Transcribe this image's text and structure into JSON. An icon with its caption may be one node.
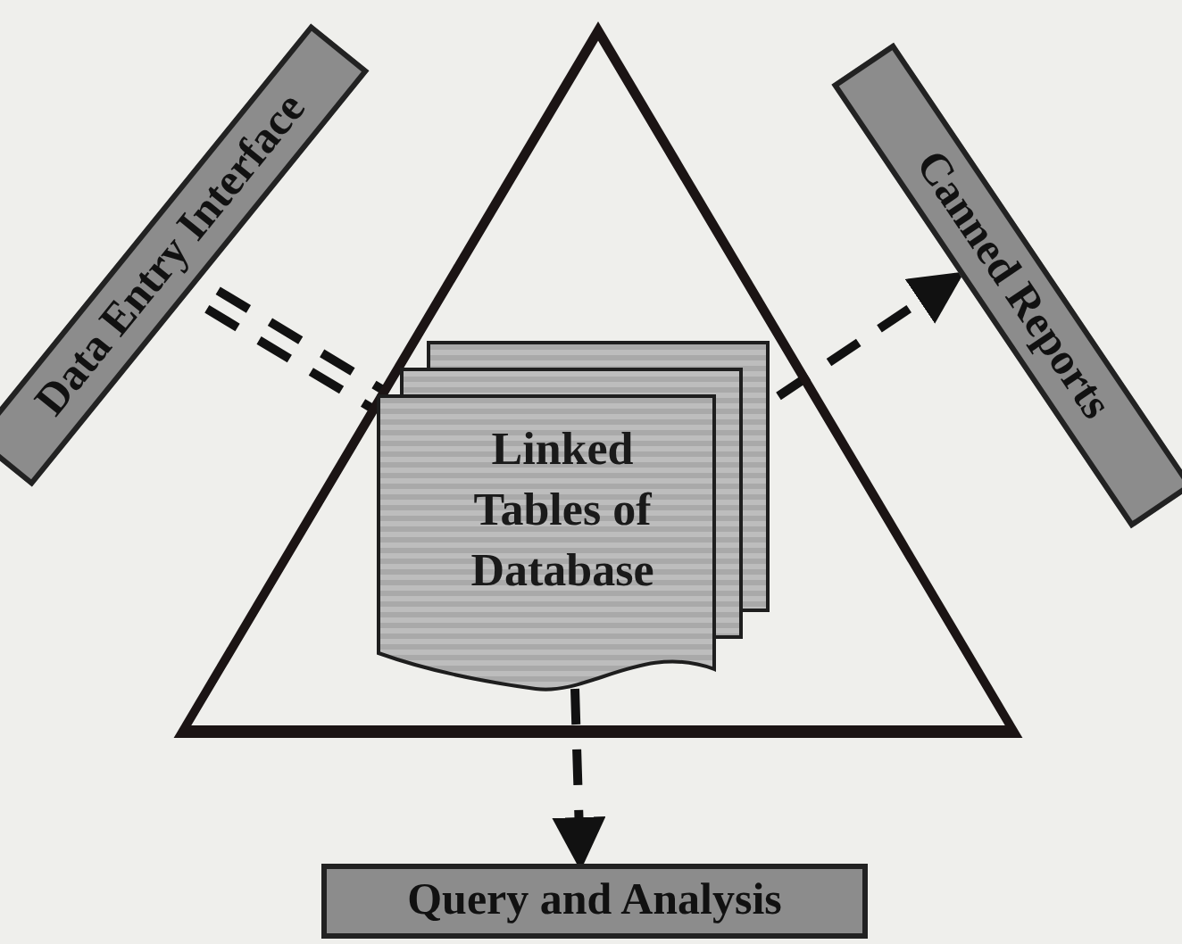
{
  "diagram": {
    "nodes": [
      {
        "text": [
          "Data Entry Interface"
        ]
      },
      {
        "text": [],
        "shape": "triangle"
      },
      {
        "text": [
          "Linked Tables of Database"
        ],
        "in": 1
      },
      {
        "text": [
          "Canned Reports"
        ]
      },
      {
        "text": [
          "Query and Analysis"
        ]
      }
    ],
    "edges": [
      {
        "from": 0,
        "to": 2,
        "arrow": "none",
        "style": "dashed"
      },
      {
        "from": 2,
        "to": 3,
        "arrow": "to",
        "style": "dashed"
      },
      {
        "from": 2,
        "to": 4,
        "arrow": "to",
        "style": "dashed"
      }
    ]
  }
}
